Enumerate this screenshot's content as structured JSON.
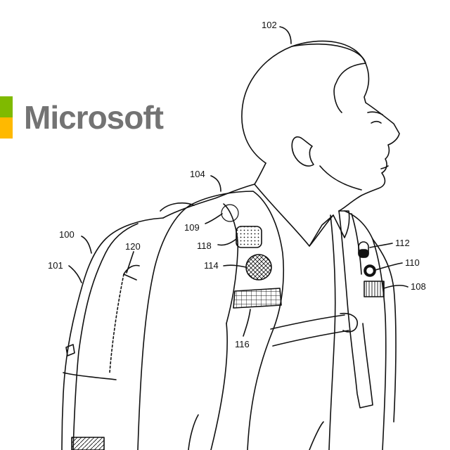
{
  "brand": {
    "name": "Microsoft",
    "colors": {
      "green": "#7fba00",
      "yellow": "#ffb900",
      "text": "#737373"
    }
  },
  "reference_numerals": {
    "person": "102",
    "backpack": "100",
    "backpack_body": "101",
    "shoulder_strap": "104",
    "sensor_109": "109",
    "pad_118": "118",
    "mesh_114": "114",
    "band_116": "116",
    "strap_panel_120": "120",
    "indicator_112": "112",
    "button_110": "110",
    "module_108": "108"
  },
  "style": {
    "line_color": "#111111"
  }
}
